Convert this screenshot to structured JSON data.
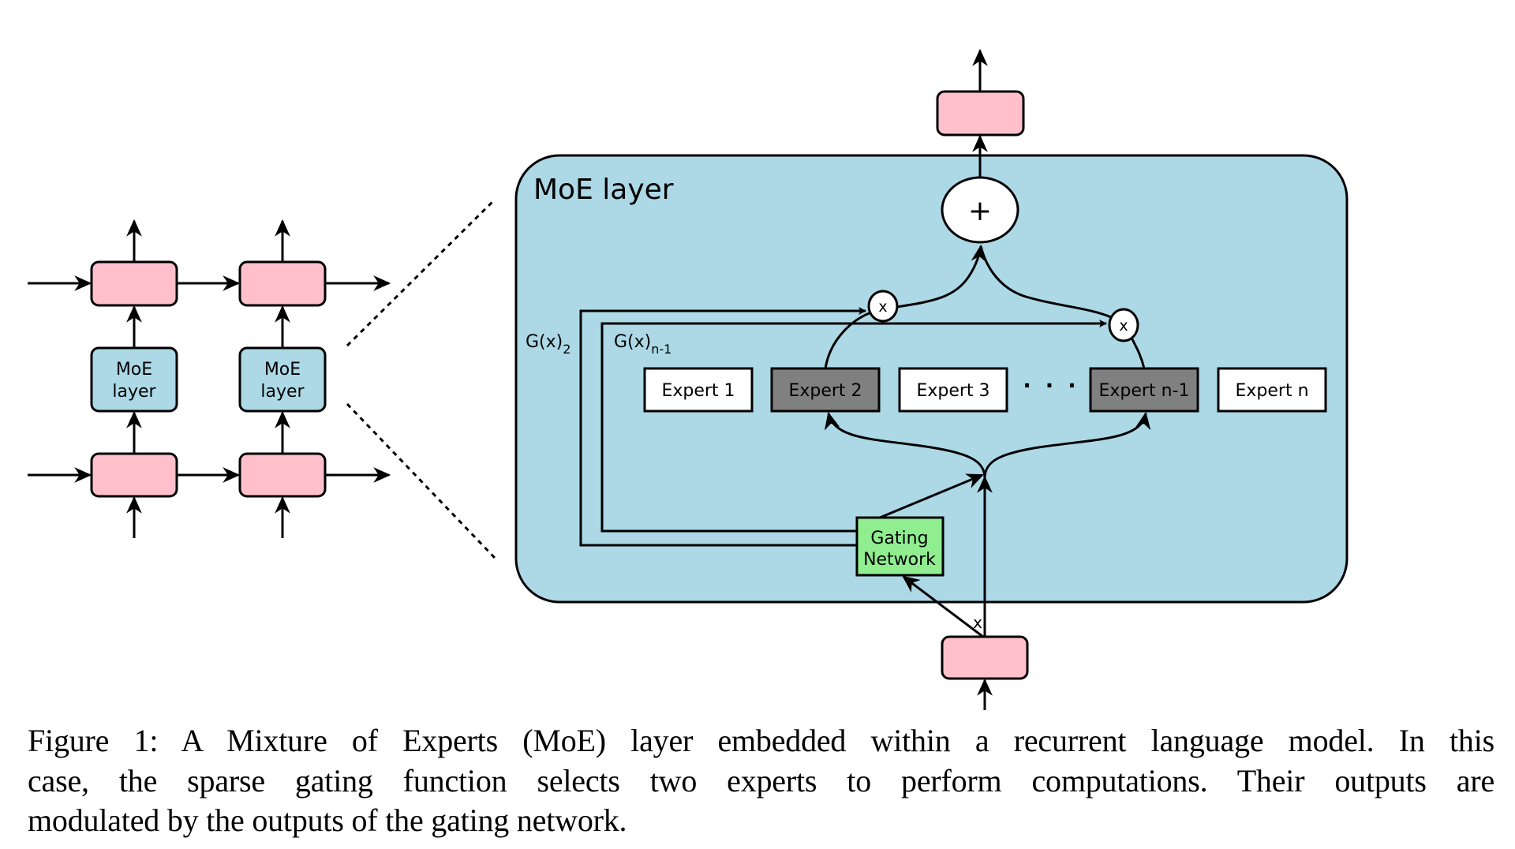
{
  "colors": {
    "recurrent_cell": "#ffc0cb",
    "moe_layer": "#add8e6",
    "expert_active": "#808080",
    "expert_inactive": "#ffffff",
    "gating_network": "#90ee90",
    "stroke": "#000000"
  },
  "left_diagram": {
    "moe_small_label_line1": "MoE",
    "moe_small_label_line2": "layer"
  },
  "moe_layer": {
    "title": "MoE layer",
    "sum_symbol": "+",
    "multiply_symbol": "x",
    "gate_label_outer": "G(x)",
    "gate_label_outer_sub": "2",
    "gate_label_inner": "G(x)",
    "gate_label_inner_sub": "n-1",
    "input_label": "x",
    "ellipsis": "· · ·",
    "experts": [
      {
        "label": "Expert 1",
        "selected": false
      },
      {
        "label": "Expert 2",
        "selected": true
      },
      {
        "label": "Expert 3",
        "selected": false
      },
      {
        "label": "Expert n-1",
        "selected": true
      },
      {
        "label": "Expert n",
        "selected": false
      }
    ],
    "gating_line1": "Gating",
    "gating_line2": "Network"
  },
  "caption": {
    "lines": [
      "Figure 1: A Mixture of Experts (MoE) layer embedded within a recurrent language model. In this",
      "case, the sparse gating function selects two experts to perform computations.  Their outputs are",
      "modulated by the outputs of the gating network."
    ]
  }
}
